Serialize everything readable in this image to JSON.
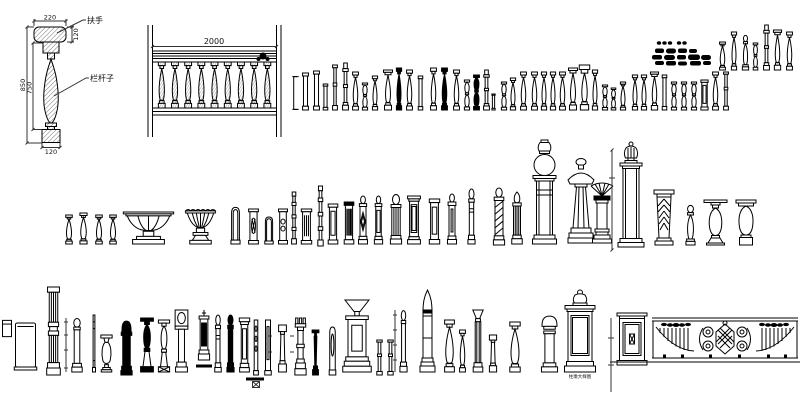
{
  "sheet": {
    "background": "#ffffff",
    "ink": "#000000"
  },
  "detail": {
    "dim_cap_width": "220",
    "dim_rail_height": "120",
    "dim_total_height": "850",
    "dim_shaft_height": "750",
    "dim_base_width": "120",
    "label_handrail": "扶手",
    "label_baluster": "栏杆子"
  },
  "elevation": {
    "dim_length": "2000"
  },
  "pedestal": {
    "caption": "柱墩大样图"
  }
}
